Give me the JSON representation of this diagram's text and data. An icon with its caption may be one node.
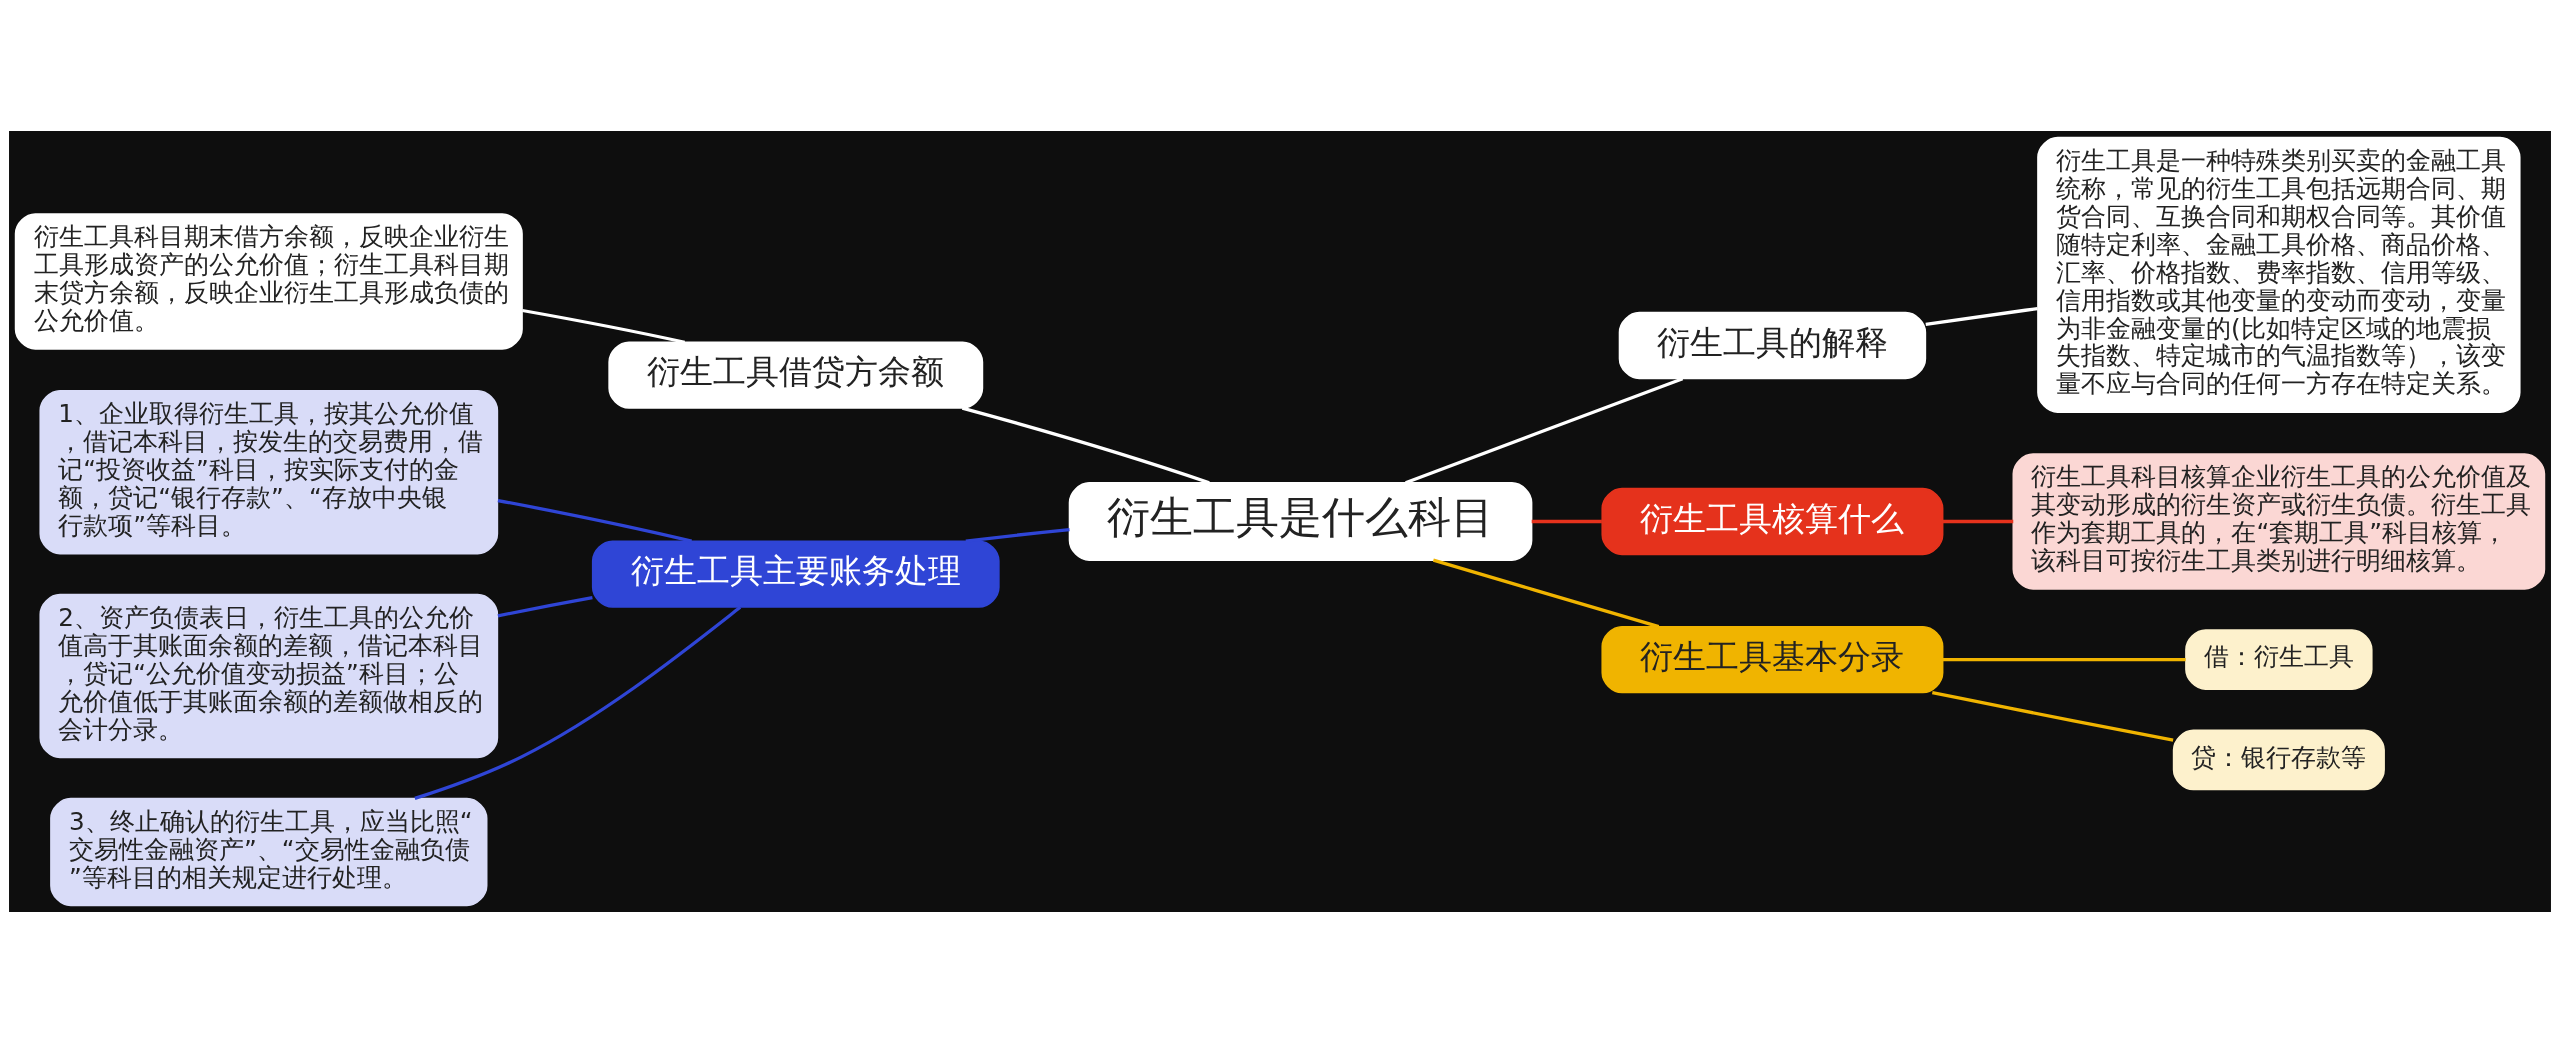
{
  "diagram": {
    "nodes": [
      {
        "text": [
          "衍生工具是什么科目"
        ]
      },
      {
        "text": [
          "衍生工具借贷方余额"
        ]
      },
      {
        "text": [
          "衍生工具科目期末借方余额，反映企业衍生工具形成资产的公允价值；衍生工具科目期末贷方余额，反映企业衍生工具形成负债的公允价值。"
        ]
      },
      {
        "text": [
          "衍生工具主要账务处理"
        ]
      },
      {
        "text": [
          "1、企业取得衍生工具，按其公允价值，借记本科目，按发生的交易费用，借记“投资收益”科目，按实际支付的金额，贷记“银行存款”、“存放中央银行款项”等科目。"
        ]
      },
      {
        "text": [
          "2、资产负债表日，衍生工具的公允价值高于其账面余额的差额，借记本科目，贷记“公允价值变动损益”科目；公允价值低于其账面余额的差额做相反的会计分录。"
        ]
      },
      {
        "text": [
          "3、终止确认的衍生工具，应当比照“交易性金融资产”、“交易性金融负债”等科目的相关规定进行处理。"
        ]
      },
      {
        "text": [
          "衍生工具的解释"
        ]
      },
      {
        "text": [
          "衍生工具是一种特殊类别买卖的金融工具统称，常见的衍生工具包括远期合同、期货合同、互换合同和期权合同等。其价值随特定利率、金融工具价格、商品价格、汇率、价格指数、费率指数、信用等级、信用指数或其他变量的变动而变动，变量为非金融变量的(比如特定区域的地震损失指数、特定城市的气温指数等），该变量不应与合同的任何一方存在特定关系。"
        ]
      },
      {
        "text": [
          "衍生工具核算什么"
        ]
      },
      {
        "text": [
          "衍生工具科目核算企业衍生工具的公允价值及其变动形成的衍生资产或衍生负债。衍生工具作为套期工具的，在“套期工具”科目核算，该科目可按衍生工具类别进行明细核算。"
        ]
      },
      {
        "text": [
          "衍生工具基本分录"
        ]
      },
      {
        "text": [
          "借：衍生工具"
        ]
      },
      {
        "text": [
          "贷：银行存款等"
        ]
      }
    ],
    "edges": [
      {
        "from": 0,
        "to": 1,
        "arrow": "none",
        "color": "#ffffff"
      },
      {
        "from": 1,
        "to": 2,
        "arrow": "none",
        "color": "#ffffff"
      },
      {
        "from": 0,
        "to": 3,
        "arrow": "none",
        "color": "#2f45d6"
      },
      {
        "from": 3,
        "to": 4,
        "arrow": "none",
        "color": "#2f45d6"
      },
      {
        "from": 3,
        "to": 5,
        "arrow": "none",
        "color": "#2f45d6"
      },
      {
        "from": 3,
        "to": 6,
        "arrow": "none",
        "color": "#2f45d6"
      },
      {
        "from": 0,
        "to": 7,
        "arrow": "none",
        "color": "#ffffff"
      },
      {
        "from": 7,
        "to": 8,
        "arrow": "none",
        "color": "#ffffff"
      },
      {
        "from": 0,
        "to": 9,
        "arrow": "none",
        "color": "#e5321c"
      },
      {
        "from": 9,
        "to": 10,
        "arrow": "none",
        "color": "#e5321c"
      },
      {
        "from": 0,
        "to": 11,
        "arrow": "none",
        "color": "#f0b400"
      },
      {
        "from": 11,
        "to": 12,
        "arrow": "none",
        "color": "#f0b400"
      },
      {
        "from": 11,
        "to": 13,
        "arrow": "none",
        "color": "#f0b400"
      }
    ]
  }
}
